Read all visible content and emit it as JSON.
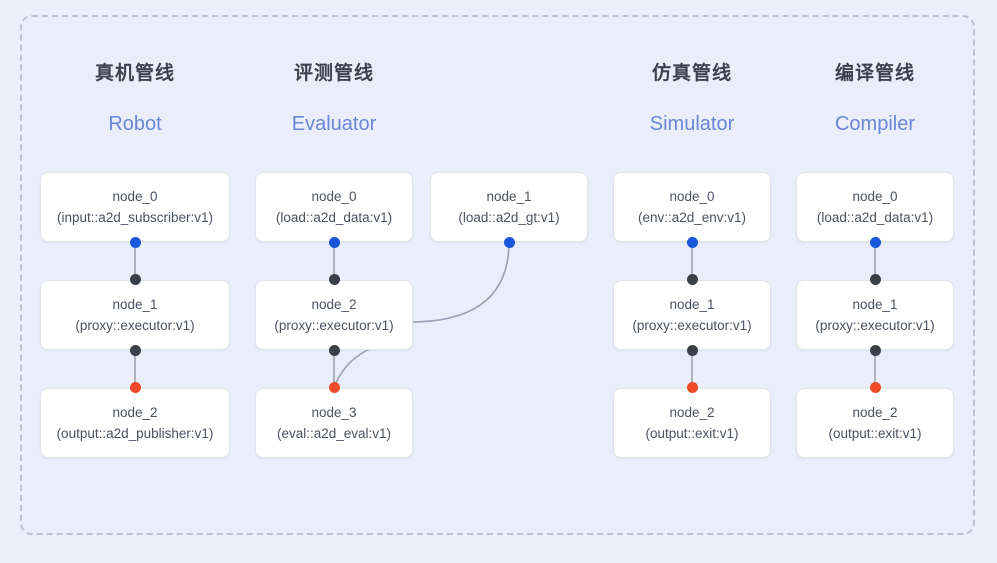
{
  "frame": {
    "style": "dashed-container",
    "background_color": "#e9eefa",
    "border_color": "#b9c3d4"
  },
  "colors": {
    "page_background": "#eaeffa",
    "node_background": "#ffffff",
    "node_border": "#dfe3ea",
    "title_cn": "#3c4250",
    "title_en": "#6b86d6",
    "port_input": "#1a57db",
    "port_middle": "#3a3f48",
    "port_output": "#f04a2a",
    "edge": "#9aa3b5"
  },
  "columns": [
    {
      "id": "robot",
      "title_cn": "真机管线",
      "title_en": "Robot",
      "nodes": [
        {
          "name": "node_0",
          "type": "(input::a2d_subscriber:v1)"
        },
        {
          "name": "node_1",
          "type": "(proxy::executor:v1)"
        },
        {
          "name": "node_2",
          "type": "(output::a2d_publisher:v1)"
        }
      ]
    },
    {
      "id": "evaluator",
      "title_cn": "评测管线",
      "title_en": "Evaluator",
      "nodes": [
        {
          "name": "node_0",
          "type": "(load::a2d_data:v1)"
        },
        {
          "name": "node_1",
          "type": "(load::a2d_gt:v1)"
        },
        {
          "name": "node_2",
          "type": "(proxy::executor:v1)"
        },
        {
          "name": "node_3",
          "type": "(eval::a2d_eval:v1)"
        }
      ]
    },
    {
      "id": "simulator",
      "title_cn": "仿真管线",
      "title_en": "Simulator",
      "nodes": [
        {
          "name": "node_0",
          "type": "(env::a2d_env:v1)"
        },
        {
          "name": "node_1",
          "type": "(proxy::executor:v1)"
        },
        {
          "name": "node_2",
          "type": "(output::exit:v1)"
        }
      ]
    },
    {
      "id": "compiler",
      "title_cn": "编译管线",
      "title_en": "Compiler",
      "nodes": [
        {
          "name": "node_0",
          "type": "(load::a2d_data:v1)"
        },
        {
          "name": "node_1",
          "type": "(proxy::executor:v1)"
        },
        {
          "name": "node_2",
          "type": "(output::exit:v1)"
        }
      ]
    }
  ]
}
